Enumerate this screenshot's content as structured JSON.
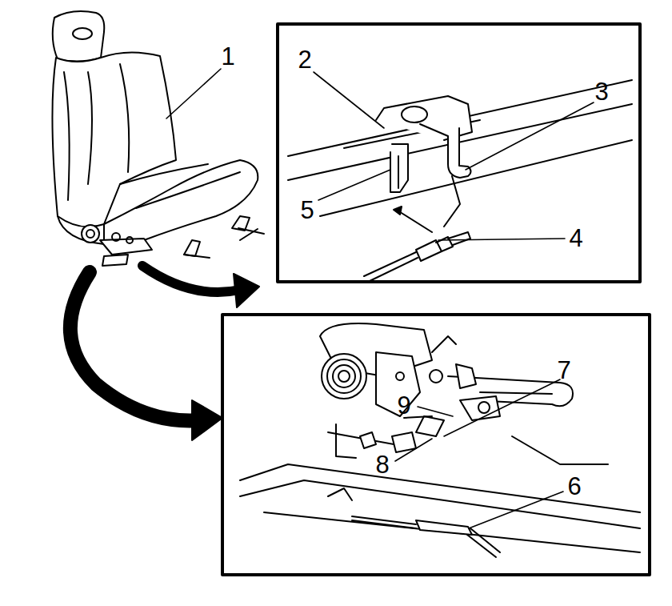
{
  "diagram": {
    "labels": [
      "1",
      "2",
      "3",
      "5",
      "4",
      "7",
      "9",
      "8",
      "6"
    ]
  }
}
